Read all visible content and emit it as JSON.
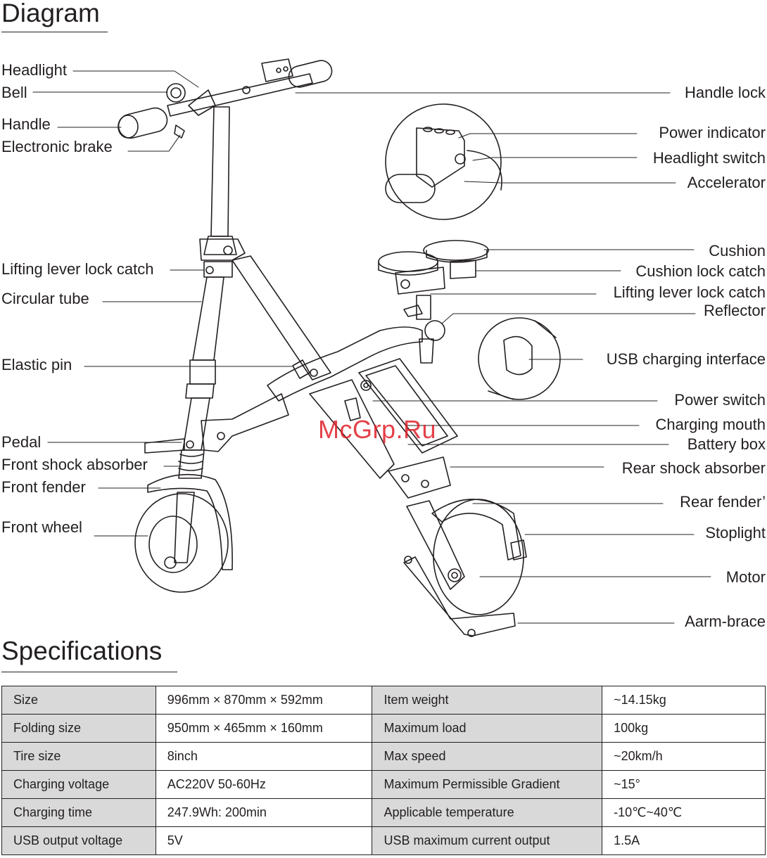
{
  "headings": {
    "diagram": "Diagram",
    "specifications": "Specifications"
  },
  "labels_left": {
    "headlight": "Headlight",
    "bell": "Bell",
    "handle": "Handle",
    "electronic_brake": "Electronic brake",
    "lifting_lever_lock_catch": "Lifting lever lock catch",
    "circular_tube": "Circular tube",
    "elastic_pin": "Elastic pin",
    "pedal": "Pedal",
    "front_shock_absorber": "Front shock absorber",
    "front_fender": "Front fender",
    "front_wheel": "Front wheel"
  },
  "labels_right": {
    "handle_lock": "Handle lock",
    "power_indicator": "Power indicator",
    "headlight_switch": "Headlight switch",
    "accelerator": "Accelerator",
    "cushion": "Cushion",
    "cushion_lock_catch": "Cushion lock catch",
    "lifting_lever_lock_catch": "Lifting lever lock catch",
    "reflector": "Reflector",
    "usb_charging_interface": "USB charging interface",
    "power_switch": "Power switch",
    "charging_mouth": "Charging mouth",
    "battery_box": "Battery box",
    "rear_shock_absorber": "Rear shock absorber",
    "rear_fender": "Rear fender’",
    "stoplight": "Stoplight",
    "motor": "Motor",
    "aarm_brace": "Aarm-brace"
  },
  "watermark": "McGrp.Ru",
  "specs": [
    {
      "k1": "Size",
      "v1": "996mm × 870mm × 592mm",
      "k2": "Item weight",
      "v2": "~14.15kg"
    },
    {
      "k1": "Folding size",
      "v1": "950mm × 465mm × 160mm",
      "k2": "Maximum load",
      "v2": "100kg"
    },
    {
      "k1": "Tire size",
      "v1": "8inch",
      "k2": "Max speed",
      "v2": "~20km/h"
    },
    {
      "k1": "Charging voltage",
      "v1": "AC220V 50-60Hz",
      "k2": "Maximum Permissible Gradient",
      "v2": "~15°"
    },
    {
      "k1": "Charging time",
      "v1": "247.9Wh: 200min",
      "k2": "Applicable temperature",
      "v2": "-10℃~40℃"
    },
    {
      "k1": "USB output voltage",
      "v1": "5V",
      "k2": "USB maximum current output",
      "v2": "1.5A"
    }
  ],
  "colors": {
    "line": "#231f20",
    "table_key_bg": "#d9d9d9",
    "watermark": "#e0202a"
  }
}
